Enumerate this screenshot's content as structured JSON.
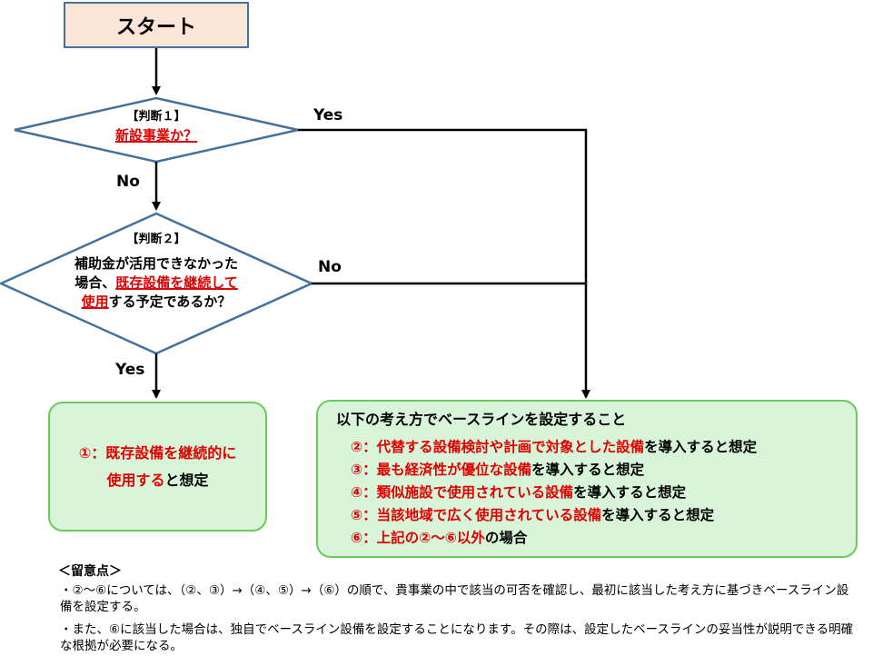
{
  "start": {
    "label": "スタート"
  },
  "decision1": {
    "title": "【判断１】",
    "question": "新設事業か？",
    "yes_label": "Yes",
    "no_label": "No"
  },
  "decision2": {
    "title": "【判断２】",
    "line1": "補助金が活用できなかった",
    "line2_plain": "場合、",
    "line2_red": "既存設備を継続して",
    "line3_red": "使用",
    "line3_plain": "する予定であるか？",
    "no_label": "No",
    "yes_label": "Yes"
  },
  "result1": {
    "red": "①：既存設備を継続的に",
    "red2": "使用する",
    "plain": "と想定"
  },
  "result2": {
    "title": "以下の考え方でベースラインを設定すること",
    "items": [
      {
        "red": "②：代替する設備検討や計画で対象とした設備",
        "plain": "を導入すると想定"
      },
      {
        "red": "③：最も経済性が優位な設備",
        "plain": "を導入すると想定"
      },
      {
        "red": "④：類似施設で使用されている設備",
        "plain": "を導入すると想定"
      },
      {
        "red": "⑤：当該地域で広く使用されている設備",
        "plain": "を導入すると想定"
      },
      {
        "red": "⑥：上記の②～⑥以外",
        "plain": "の場合"
      }
    ]
  },
  "notes": {
    "heading": "＜留意点＞",
    "items": [
      "・②～⑥については、（②、③）→（④、⑤）→（⑥）の順で、貴事業の中で該当の可否を確認し、最初に該当した考え方に基づきベースライン設備を設定する。",
      "・また、⑥に該当した場合は、独自でベースライン設備を設定することになります。その際は、設定したベースラインの妥当性が説明できる明確な根拠が必要になる。"
    ]
  },
  "colors": {
    "start_fill": "#fbe5d6",
    "border_blue": "#41719c",
    "green_fill": "#d9f5d9",
    "green_border": "#6cc95c",
    "accent_red": "#e00000"
  }
}
